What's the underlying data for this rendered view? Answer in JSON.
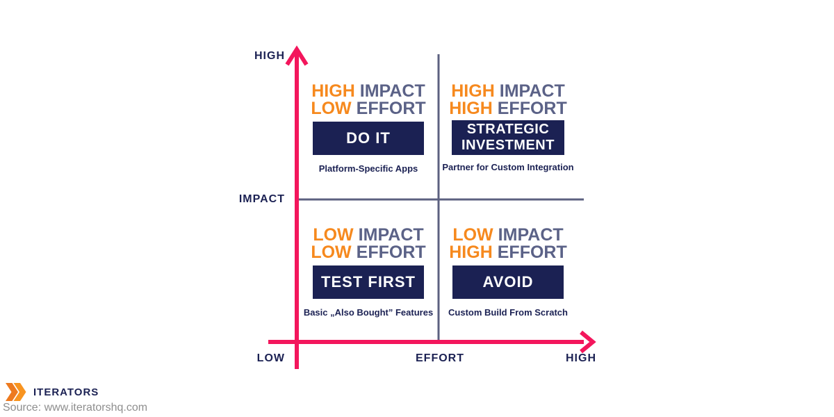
{
  "colors": {
    "pink": "#F3165C",
    "orange": "#F6891E",
    "slate": "#5B6287",
    "navy": "#1B2153",
    "divider": "#5C6180",
    "gray": "#8E8E8E",
    "logo_dark": "#ED7A1F",
    "logo_light": "#F89420"
  },
  "axes": {
    "impact_high_label": "HIGH",
    "impact_axis_label": "IMPACT",
    "origin_low_label": "LOW",
    "effort_axis_label": "EFFORT",
    "effort_high_label": "HIGH"
  },
  "quadrants": [
    {
      "name": "do-it",
      "heading": {
        "line1": {
          "highlight": "HIGH",
          "rest": "IMPACT"
        },
        "line2": {
          "highlight": "LOW",
          "rest": "EFFORT"
        }
      },
      "action": "DO IT",
      "caption": "Platform-Specific Apps"
    },
    {
      "name": "strategic-investment",
      "heading": {
        "line1": {
          "highlight": "HIGH",
          "rest": "IMPACT"
        },
        "line2": {
          "highlight": "HIGH",
          "rest": "EFFORT"
        }
      },
      "action": "STRATEGIC INVESTMENT",
      "caption": "Partner for Custom Integration"
    },
    {
      "name": "test-first",
      "heading": {
        "line1": {
          "highlight": "LOW",
          "rest": "IMPACT"
        },
        "line2": {
          "highlight": "LOW",
          "rest": "EFFORT"
        }
      },
      "action": "TEST FIRST",
      "caption": "Basic „Also Bought” Features"
    },
    {
      "name": "avoid",
      "heading": {
        "line1": {
          "highlight": "LOW",
          "rest": "IMPACT"
        },
        "line2": {
          "highlight": "HIGH",
          "rest": "EFFORT"
        }
      },
      "action": "AVOID",
      "caption": "Custom Build From Scratch"
    }
  ],
  "footer": {
    "brand": "ITERATORS",
    "source": "Source: www.iteratorshq.com"
  }
}
